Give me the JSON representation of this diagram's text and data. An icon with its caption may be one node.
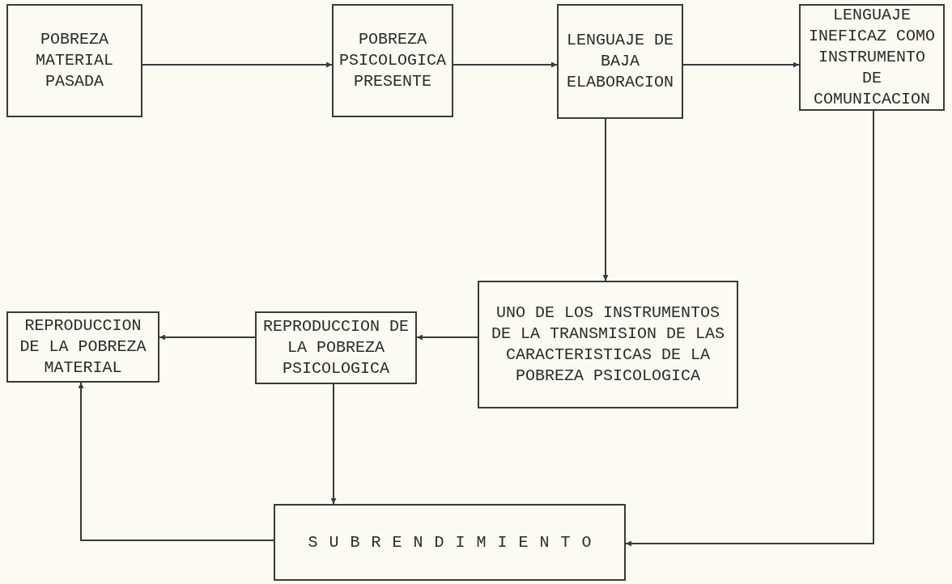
{
  "diagram": {
    "nodes": [
      {
        "text": [
          "POBREZA MATERIAL PASADA"
        ]
      },
      {
        "text": [
          "POBREZA PSICOLOGICA PRESENTE"
        ]
      },
      {
        "text": [
          "LENGUAJE DE BAJA ELABORACION"
        ]
      },
      {
        "text": [
          "LENGUAJE INEFICAZ COMO INSTRUMENTO DE COMUNICACION"
        ]
      },
      {
        "text": [
          "UNO DE LOS INSTRUMENTOS DE LA TRANSMISION DE LAS CARACTERISTICAS DE LA POBREZA PSICOLOGICA"
        ]
      },
      {
        "text": [
          "REPRODUCCION DE LA POBREZA PSICOLOGICA"
        ]
      },
      {
        "text": [
          "REPRODUCCION DE LA POBREZA MATERIAL"
        ]
      },
      {
        "text": [
          "SUBRENDIMIENTO"
        ]
      }
    ],
    "edges": [
      {
        "from": 0,
        "to": 1,
        "arrow": "to"
      },
      {
        "from": 1,
        "to": 2,
        "arrow": "to"
      },
      {
        "from": 2,
        "to": 3,
        "arrow": "to"
      },
      {
        "from": 2,
        "to": 4,
        "arrow": "to"
      },
      {
        "from": 4,
        "to": 5,
        "arrow": "to"
      },
      {
        "from": 5,
        "to": 6,
        "arrow": "to"
      },
      {
        "from": 5,
        "to": 7,
        "arrow": "to"
      },
      {
        "from": 3,
        "to": 7,
        "arrow": "to"
      },
      {
        "from": 7,
        "to": 6,
        "arrow": "to"
      }
    ]
  }
}
